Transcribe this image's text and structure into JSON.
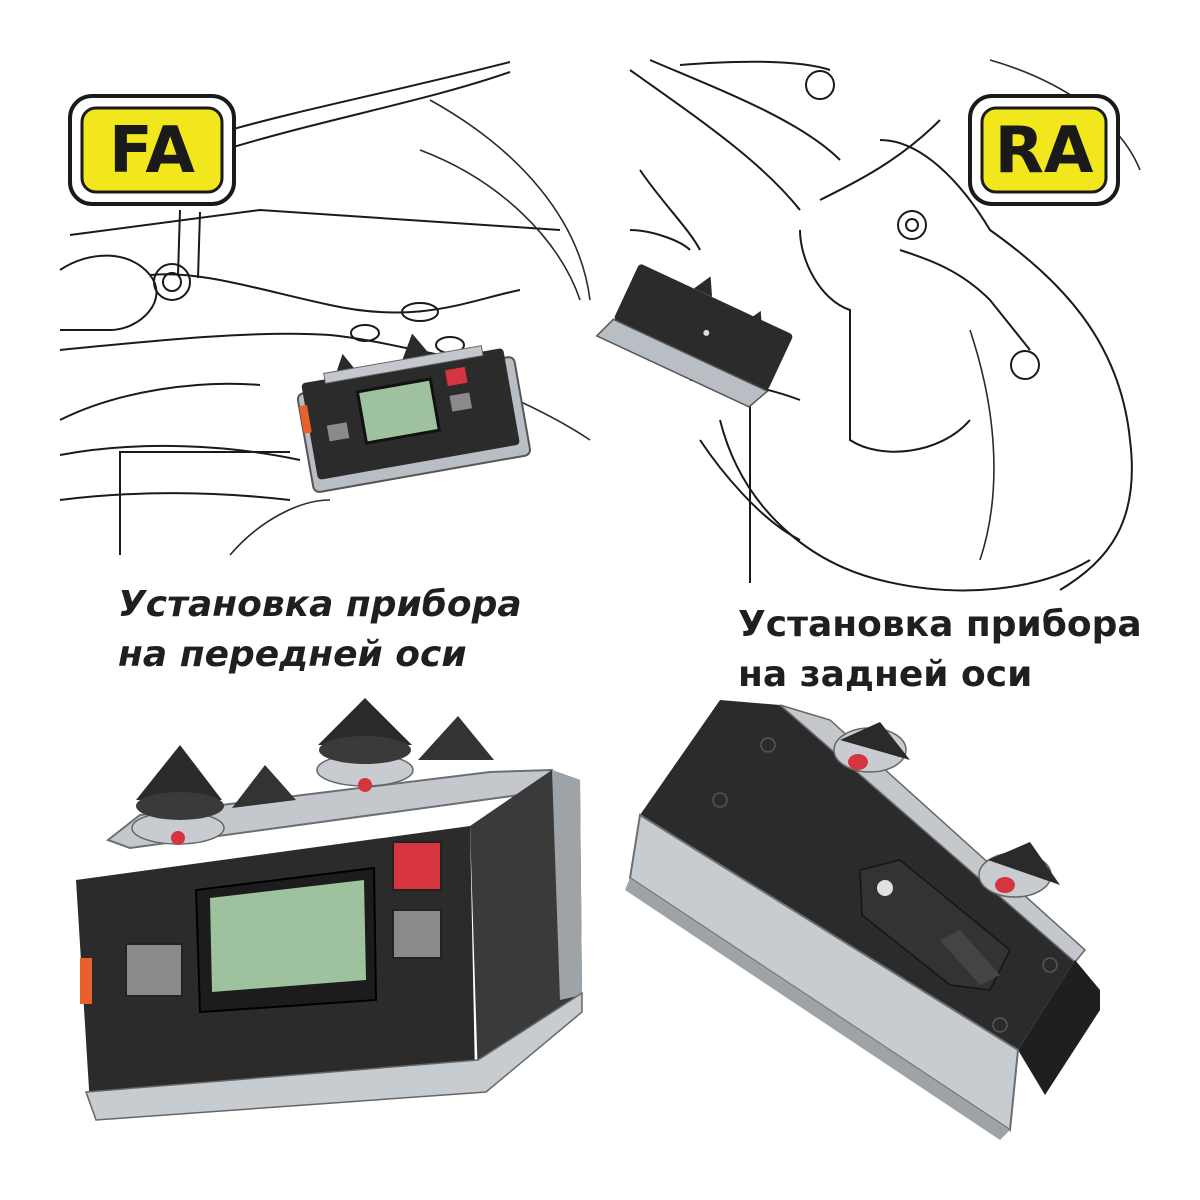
{
  "badges": {
    "front": "FA",
    "rear": "RA"
  },
  "captions": {
    "front_line1": "Установка прибора",
    "front_line2": "на передней оси",
    "rear_line1": "Установка прибора",
    "rear_line2": "на задней оси"
  },
  "colors": {
    "badge_fill": "#f2e61d",
    "device_body": "#2b2b2b",
    "device_frame": "#b9bec4",
    "screen": "#9ec19e",
    "red_button": "#d6343e",
    "grey_button": "#8a8a8a",
    "logo_accent": "#e8612c"
  },
  "icons": [
    "suspension-line-art-icon",
    "sensor-device-icon",
    "cone-pin-icon"
  ]
}
